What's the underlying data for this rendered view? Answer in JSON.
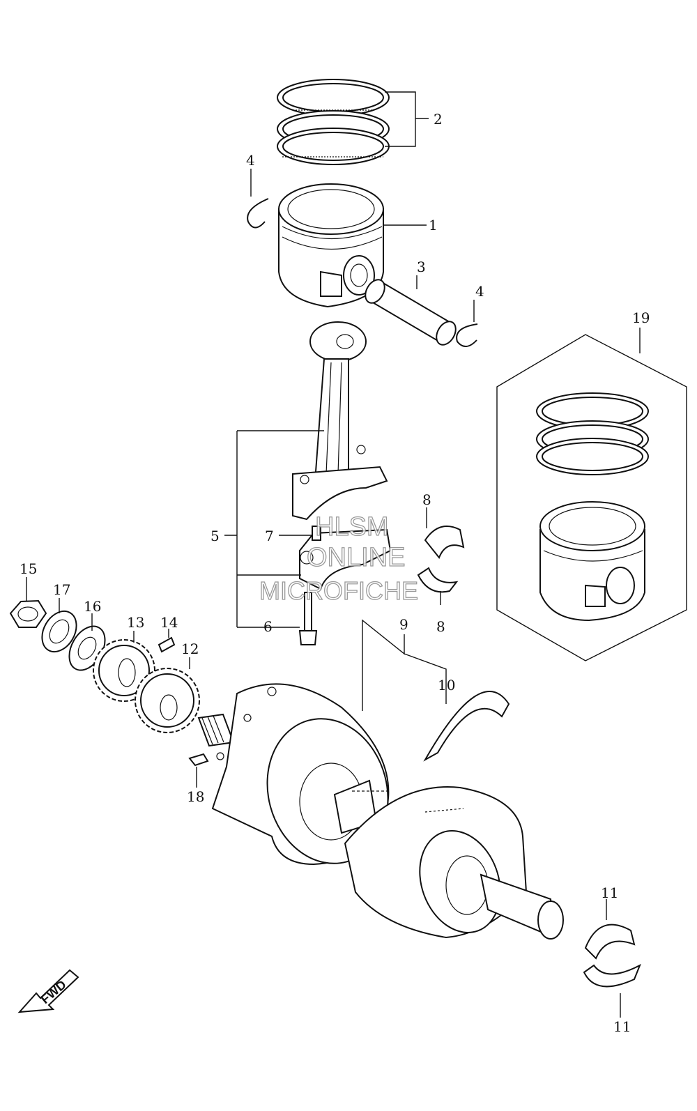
{
  "callouts": {
    "c1": "1",
    "c2": "2",
    "c3": "3",
    "c4a": "4",
    "c4b": "4",
    "c5": "5",
    "c6": "6",
    "c7": "7",
    "c8a": "8",
    "c8b": "8",
    "c9": "9",
    "c10": "10",
    "c11a": "11",
    "c11b": "11",
    "c12": "12",
    "c13": "13",
    "c14": "14",
    "c15": "15",
    "c16": "16",
    "c17": "17",
    "c18": "18",
    "c19": "19"
  },
  "watermark": {
    "line1": "HLSM",
    "line2": "ONLINE",
    "line3": "MICROFICHE"
  },
  "fwd_label": "FWD"
}
